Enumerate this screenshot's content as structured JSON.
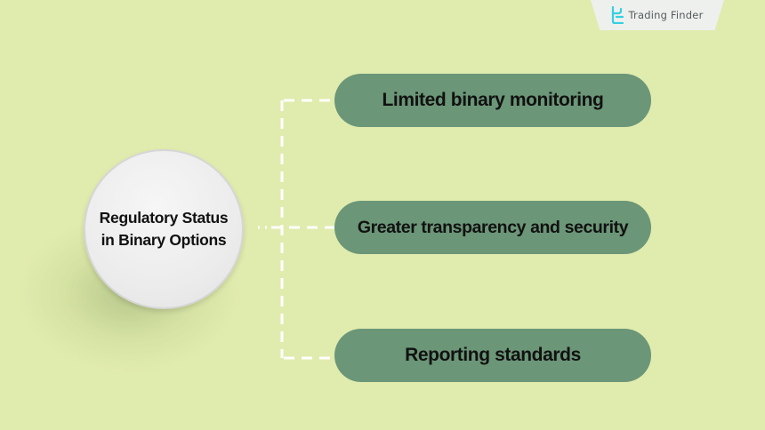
{
  "brand": {
    "name": "Trading Finder",
    "logo_icon": "trading-finder-logo-icon",
    "logo_color": "#35d0e0"
  },
  "diagram": {
    "type": "mind-map",
    "center": {
      "line1": "Regulatory Status",
      "line2": "in Binary Options"
    },
    "branches": [
      {
        "label": "Limited binary monitoring"
      },
      {
        "label": "Greater transparency and security"
      },
      {
        "label": "Reporting standards"
      }
    ],
    "connector_style": "dashed-white"
  },
  "colors": {
    "background": "#e0ebae",
    "pill": "#6b9677",
    "hub": "#ececec",
    "connector": "#ffffff",
    "text": "#111111"
  }
}
